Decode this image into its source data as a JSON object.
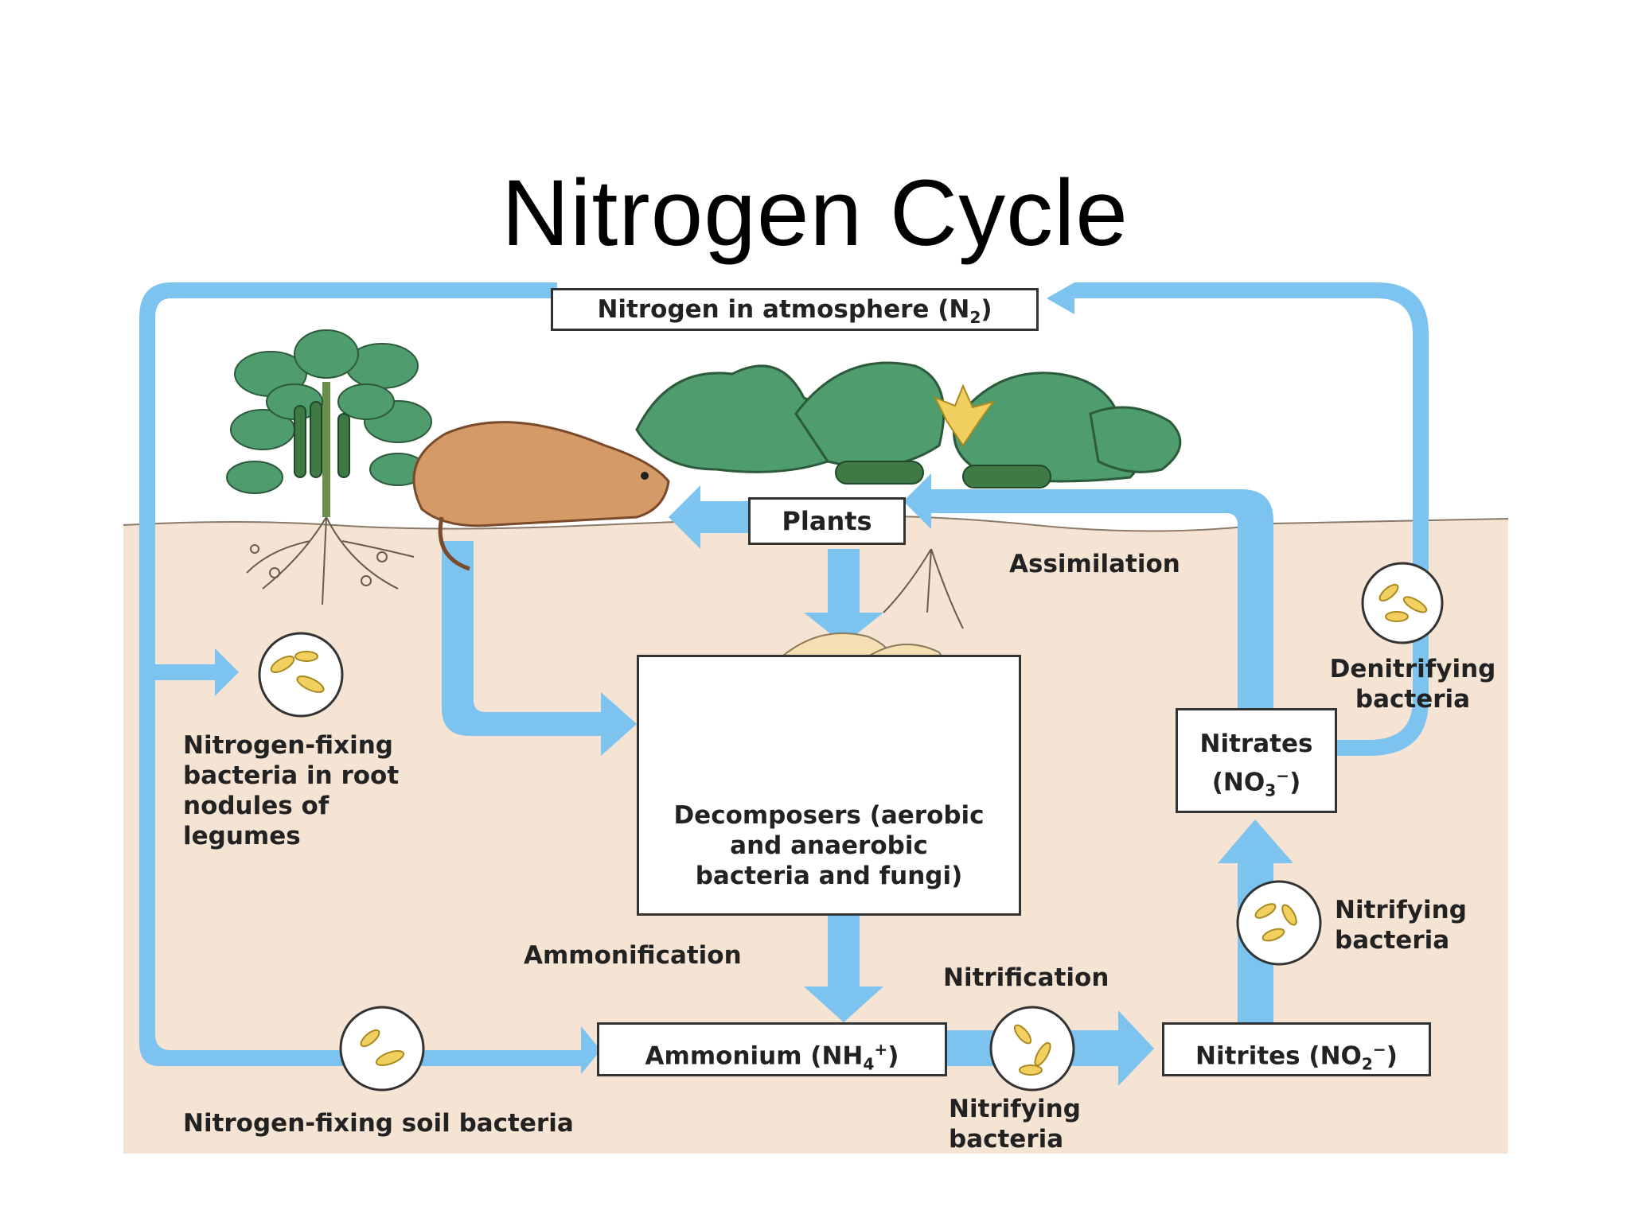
{
  "title": "Nitrogen Cycle",
  "nodes": {
    "atmosphere": {
      "text": "Nitrogen in atmosphere (N",
      "sub": "2",
      "tail": ")"
    },
    "plants": "Plants",
    "decomposers": [
      "Decomposers (aerobic",
      "and anaerobic",
      "bacteria and fungi)"
    ],
    "nitrates": {
      "line1": "Nitrates",
      "line2_pre": "(NO",
      "sub": "3",
      "sup": "−",
      "tail": ")"
    },
    "ammonium": {
      "pre": "Ammonium (NH",
      "sub": "4",
      "sup": "+",
      "tail": ")"
    },
    "nitrites": {
      "pre": "Nitrites (NO",
      "sub": "2",
      "sup": "−",
      "tail": ")"
    }
  },
  "labels": {
    "assimilation": "Assimilation",
    "denitrifying": [
      "Denitrifying",
      "bacteria"
    ],
    "nitrogen_fixing_root": [
      "Nitrogen-fixing",
      "bacteria in root",
      "nodules of",
      "legumes"
    ],
    "ammonification": "Ammonification",
    "nitrification": "Nitrification",
    "nitrifying_right": [
      "Nitrifying",
      "bacteria"
    ],
    "nitrifying_bottom": [
      "Nitrifying",
      "bacteria"
    ],
    "soil_bacteria": "Nitrogen-fixing soil bacteria"
  },
  "colors": {
    "arrow": "#7cc3ef",
    "soil": "#f5e3d3",
    "leaf": "#4f9c6e",
    "animal": "#d49a67",
    "mushroom": "#f6dfb3",
    "bacteria": "#f2d060"
  }
}
